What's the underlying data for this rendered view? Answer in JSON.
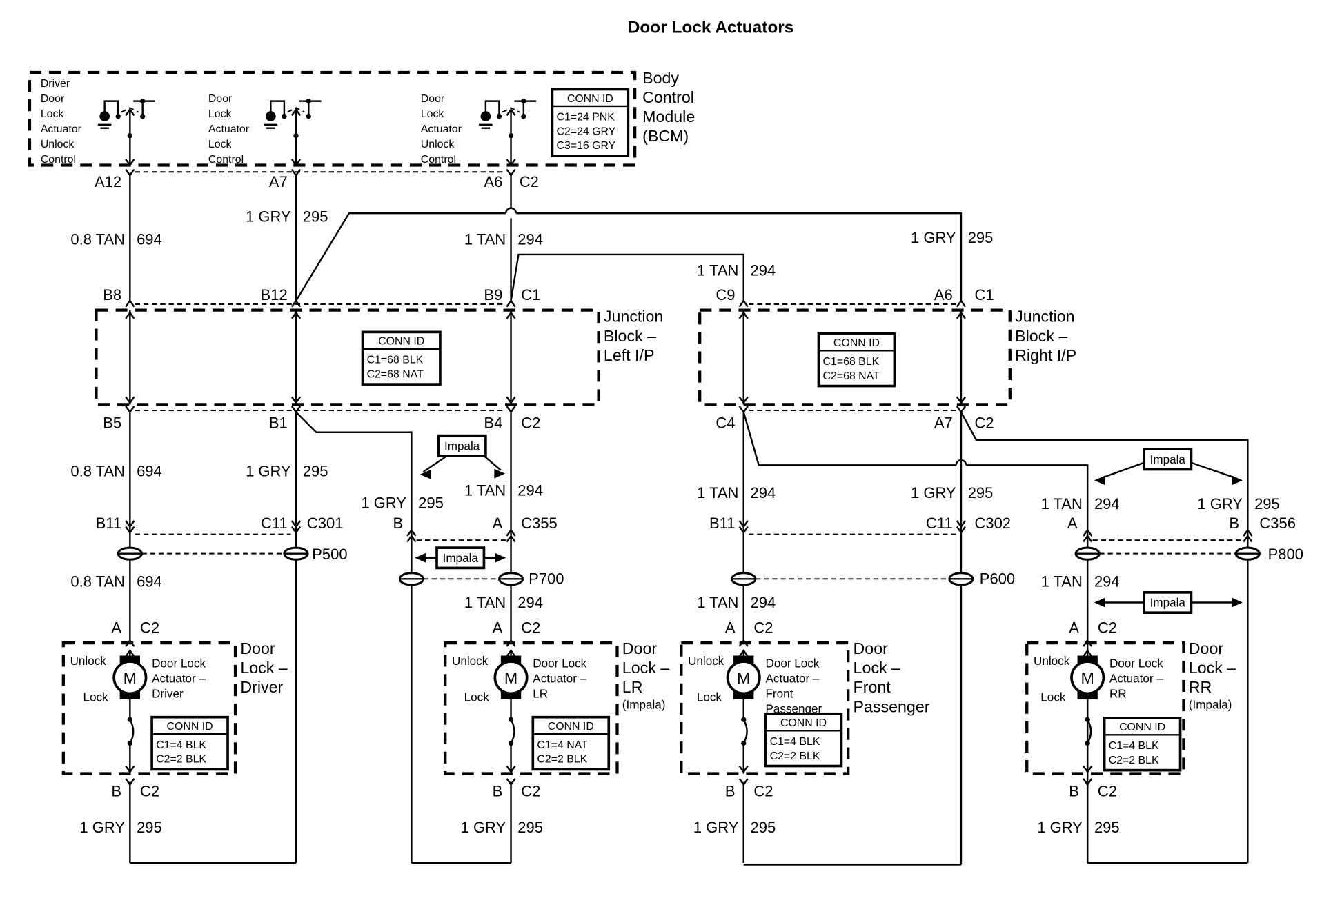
{
  "title": "Door Lock Actuators",
  "bcm": {
    "label": [
      "Body",
      "Control",
      "Module",
      "(BCM)"
    ],
    "controls": [
      {
        "lines": [
          "Driver",
          "Door",
          "Lock",
          "Actuator",
          "Unlock",
          "Control"
        ],
        "pin": "A12"
      },
      {
        "lines": [
          "Door",
          "Lock",
          "Actuator",
          "Lock",
          "Control"
        ],
        "pin": "A7"
      },
      {
        "lines": [
          "Door",
          "Lock",
          "Actuator",
          "Unlock",
          "Control"
        ],
        "pin": "A6",
        "connector": "C2"
      }
    ],
    "conn_id": {
      "header": "CONN ID",
      "rows": [
        "C1=24 PNK",
        "C2=24 GRY",
        "C3=16 GRY"
      ]
    }
  },
  "junction_left": {
    "label": [
      "Junction",
      "Block –",
      "Left I/P"
    ],
    "conn_id": {
      "header": "CONN ID",
      "rows": [
        "C1=68 BLK",
        "C2=68 NAT"
      ]
    },
    "top_pins": [
      "B8",
      "B12",
      "B9",
      "C1"
    ],
    "bottom_pins": [
      "B5",
      "B1",
      "B4",
      "C2"
    ]
  },
  "junction_right": {
    "label": [
      "Junction",
      "Block –",
      "Right I/P"
    ],
    "conn_id": {
      "header": "CONN ID",
      "rows": [
        "C1=68 BLK",
        "C2=68 NAT"
      ]
    },
    "top_pins": [
      "C9",
      "A6",
      "C1"
    ],
    "bottom_pins": [
      "C4",
      "A7",
      "C2"
    ]
  },
  "wires": {
    "tan694": {
      "gauge": "0.8 TAN",
      "circuit": "694"
    },
    "gry295": {
      "gauge": "1 GRY",
      "circuit": "295"
    },
    "tan294": {
      "gauge": "1 TAN",
      "circuit": "294"
    }
  },
  "inline_connectors": [
    {
      "name": "C301",
      "pins": [
        "B11",
        "C11"
      ],
      "splice": "P500"
    },
    {
      "name": "C355",
      "pins": [
        "B",
        "A"
      ],
      "splice": "P700"
    },
    {
      "name": "C302",
      "pins": [
        "B11",
        "C11"
      ],
      "splice": "P600"
    },
    {
      "name": "C356",
      "pins": [
        "A",
        "B"
      ],
      "splice": "P800"
    }
  ],
  "impala_tag": "Impala",
  "actuators": [
    {
      "title": [
        "Door",
        "Lock –",
        "Driver"
      ],
      "sub": "",
      "desc": [
        "Door Lock",
        "Actuator –",
        "Driver"
      ],
      "conn_rows": [
        "C1=4 BLK",
        "C2=2 BLK"
      ]
    },
    {
      "title": [
        "Door",
        "Lock –",
        "LR"
      ],
      "sub": "(Impala)",
      "desc": [
        "Door Lock",
        "Actuator –",
        "LR"
      ],
      "conn_rows": [
        "C1=4 NAT",
        "C2=2 BLK"
      ]
    },
    {
      "title": [
        "Door",
        "Lock –",
        "Front",
        "Passenger"
      ],
      "sub": "",
      "desc": [
        "Door Lock",
        "Actuator –",
        "Front",
        "Passenger"
      ],
      "conn_rows": [
        "C1=4 BLK",
        "C2=2 BLK"
      ]
    },
    {
      "title": [
        "Door",
        "Lock –",
        "RR"
      ],
      "sub": "(Impala)",
      "desc": [
        "Door Lock",
        "Actuator –",
        "RR"
      ],
      "conn_rows": [
        "C1=4 BLK",
        "C2=2 BLK"
      ]
    }
  ],
  "actuator_common": {
    "unlock_label": "Unlock",
    "lock_label": "Lock",
    "motor_symbol": "M",
    "conn_header": "CONN ID",
    "pin_top": "A",
    "pin_bottom": "B",
    "connector": "C2"
  }
}
